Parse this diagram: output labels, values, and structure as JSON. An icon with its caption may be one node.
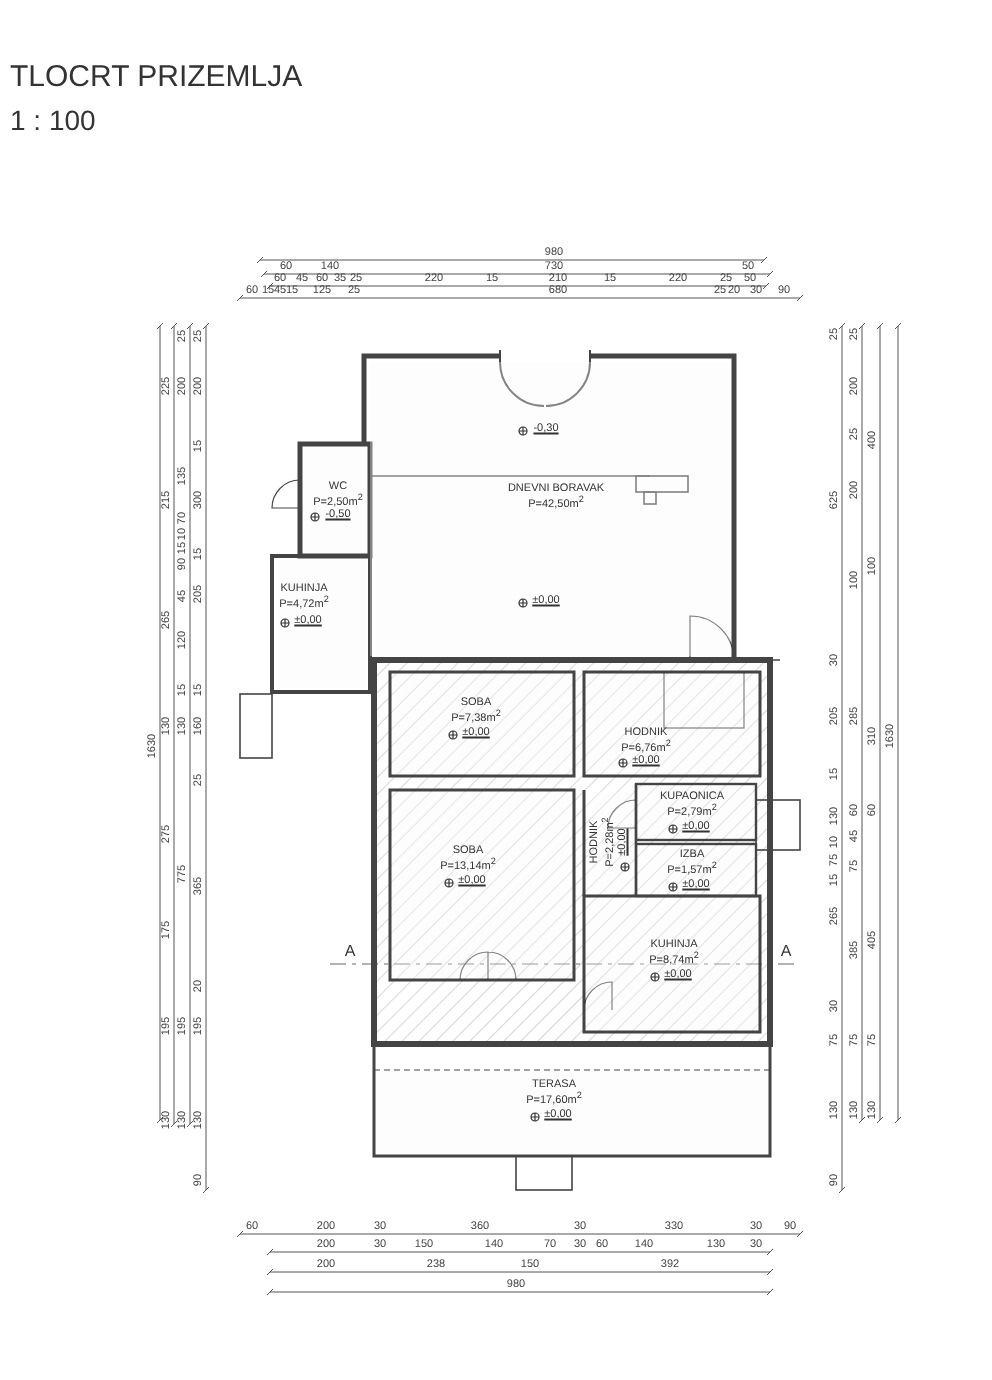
{
  "diagram": {
    "title": "TLOCRT PRIZEMLJA",
    "nodes": [
      {
        "text": [
          "-0,30",
          "DNEVNI BORAVAK",
          "P=42,50m$^{2}$",
          "±0,00"
        ]
      },
      {
        "text": [
          "WC",
          "P=2,50m$^{2}$",
          "-0,50"
        ]
      },
      {
        "text": [
          "KUHINJA",
          "P=4,72m$^{2}$",
          "±0,00"
        ]
      },
      {
        "text": [
          "SOBA",
          "P=7,38m$^{2}$",
          "±0,00"
        ]
      },
      {
        "text": [
          "HODNIK",
          "P=6,76m$^{2}$",
          "±0,00"
        ]
      },
      {
        "text": [
          "KUPAONICA",
          "P=2,79m$^{2}$",
          "±0,00"
        ]
      },
      {
        "text": [
          "HODNIK",
          "P=2,28m$^{2}$",
          "±0,00"
        ]
      },
      {
        "text": [
          "IZBA",
          "P=1,57m$^{2}$",
          "±0,00"
        ]
      },
      {
        "text": [
          "SOBA",
          "P=13,14m$^{2}$",
          "±0,00"
        ]
      },
      {
        "text": [
          "KUHINJA",
          "P=8,74m$^{2}$",
          "±0,00"
        ]
      },
      {
        "text": [
          "TERASA",
          "P=17,60m$^{2}$",
          "±0,00"
        ]
      }
    ],
    "labels": [
      "1 : 100",
      "980",
      "60",
      "140",
      "730",
      "50",
      "60",
      "45",
      "60",
      "35",
      "25",
      "220",
      "15",
      "210",
      "15",
      "220",
      "25",
      "50",
      "60",
      "15",
      "45",
      "15",
      "125",
      "25",
      "680",
      "25",
      "20",
      "30",
      "90",
      "1630",
      "225",
      "215",
      "265",
      "130",
      "275",
      "175",
      "195",
      "130",
      "25",
      "200",
      "135",
      "70",
      "10",
      "15",
      "90",
      "45",
      "120",
      "15",
      "130",
      "775",
      "195",
      "130",
      "25",
      "200",
      "15",
      "300",
      "15",
      "205",
      "15",
      "160",
      "25",
      "365",
      "20",
      "195",
      "130",
      "90",
      "25",
      "625",
      "30",
      "205",
      "15",
      "130",
      "10",
      "75",
      "15",
      "265",
      "30",
      "75",
      "130",
      "90",
      "25",
      "200",
      "25",
      "200",
      "100",
      "285",
      "60",
      "45",
      "75",
      "385",
      "75",
      "130",
      "400",
      "100",
      "310",
      "60",
      "405",
      "75",
      "130",
      "1630",
      "60",
      "200",
      "30",
      "360",
      "30",
      "330",
      "30",
      "90",
      "200",
      "30",
      "150",
      "140",
      "70",
      "30",
      "60",
      "140",
      "130",
      "30",
      "200",
      "238",
      "150",
      "392",
      "980",
      "A",
      "A"
    ]
  }
}
